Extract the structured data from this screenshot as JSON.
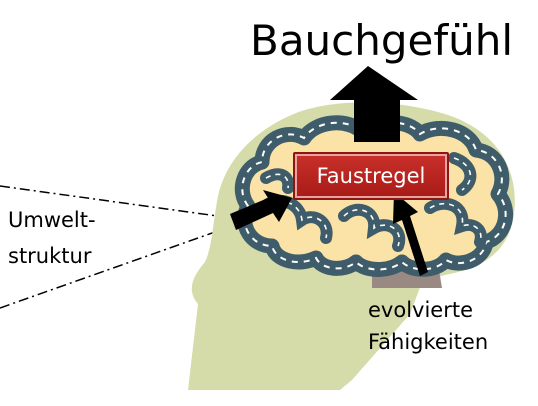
{
  "title": "Bauchgefühl",
  "center_box": "Faustregel",
  "left_label": {
    "line1": "Umwelt-",
    "line2": "struktur"
  },
  "right_label": {
    "line1": "evolvierte",
    "line2": "Fähigkeiten"
  },
  "colors": {
    "head": "#d5dcaa",
    "brain_fill": "#fbe2a6",
    "road": "#3f5c6a",
    "neck": "#9a8983",
    "box": "#b9241f",
    "arrow": "#000000"
  }
}
